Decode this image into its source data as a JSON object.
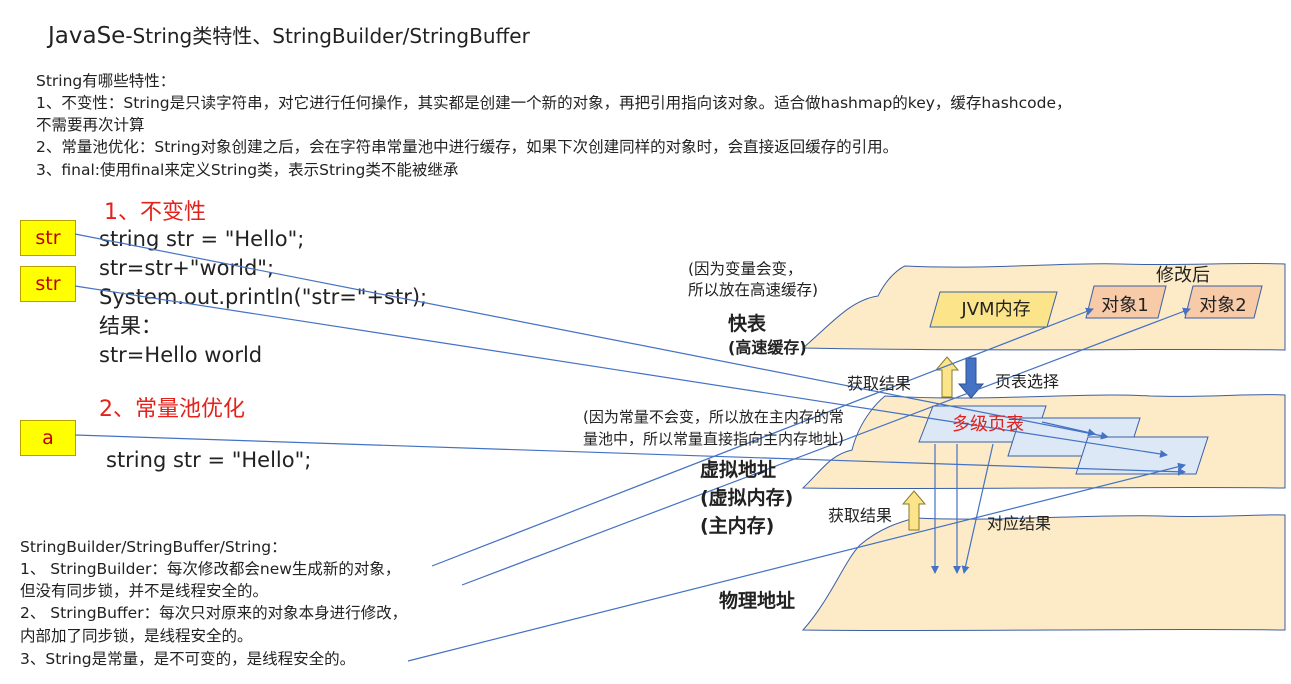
{
  "title": {
    "main": "JavaSe",
    "rest": "-String类特性、StringBuilder/StringBuffer"
  },
  "features": {
    "heading": "String有哪些特性：",
    "item1_line1": "1、不变性：String是只读字符串，对它进行任何操作，其实都是创建一个新的对象，再把引用指向该对象。适合做hashmap的key，缓存hashcode，",
    "item1_line2": "不需要再次计算",
    "item2": "2、常量池优化：String对象创建之后，会在字符串常量池中进行缓存，如果下次创建同样的对象时，会直接返回缓存的引用。",
    "item3": "3、final:使用final来定义String类，表示String类不能被继承"
  },
  "section1": {
    "heading": "1、不变性",
    "code": [
      "string str = \"Hello\";",
      "str=str+\"world\";",
      "System.out.println(\"str=\"+str);",
      "结果：",
      "str=Hello world"
    ]
  },
  "section2": {
    "heading": "2、常量池优化",
    "code": "string str = \"Hello\";"
  },
  "variables": [
    "str",
    "str",
    "a"
  ],
  "builder": {
    "heading": "StringBuilder/StringBuffer/String：",
    "lines": [
      "1、 StringBuilder：每次修改都会new生成新的对象，",
      "但没有同步锁，并不是线程安全的。",
      "2、 StringBuffer：每次只对原来的对象本身进行修改，",
      "内部加了同步锁，是线程安全的。",
      "3、String是常量，是不可变的，是线程安全的。"
    ]
  },
  "memory": {
    "cache_note_line1": "(因为变量会变，",
    "cache_note_line2": "所以放在高速缓存)",
    "modified_label": "修改后",
    "jvm": "JVM内存",
    "obj1": "对象1",
    "obj2": "对象2",
    "fast_table": "快表",
    "fast_table_sub": "(高速缓存)",
    "get_result_top": "获取结果",
    "page_select": "页表选择",
    "const_note_line1": "(因为常量不会变，所以放在主内存的常",
    "const_note_line2": "量池中，所以常量直接指向主内存地址)",
    "multi_page_table": "多级页表",
    "virtual_addr": "虚拟地址",
    "virtual_mem": "(虚拟内存)",
    "main_mem": "(主内存)",
    "get_result_bottom": "获取结果",
    "corresponding_result": "对应结果",
    "physical_addr": "物理地址"
  },
  "colors": {
    "accent_red": "#e3221b",
    "layer_fill": "#fcebc6",
    "jvm_fill": "#fbe48a",
    "obj_fill": "#f7caa8",
    "page_fill": "#dce8f6",
    "line_blue": "#4472c4",
    "yellow_box": "#ffff00"
  }
}
